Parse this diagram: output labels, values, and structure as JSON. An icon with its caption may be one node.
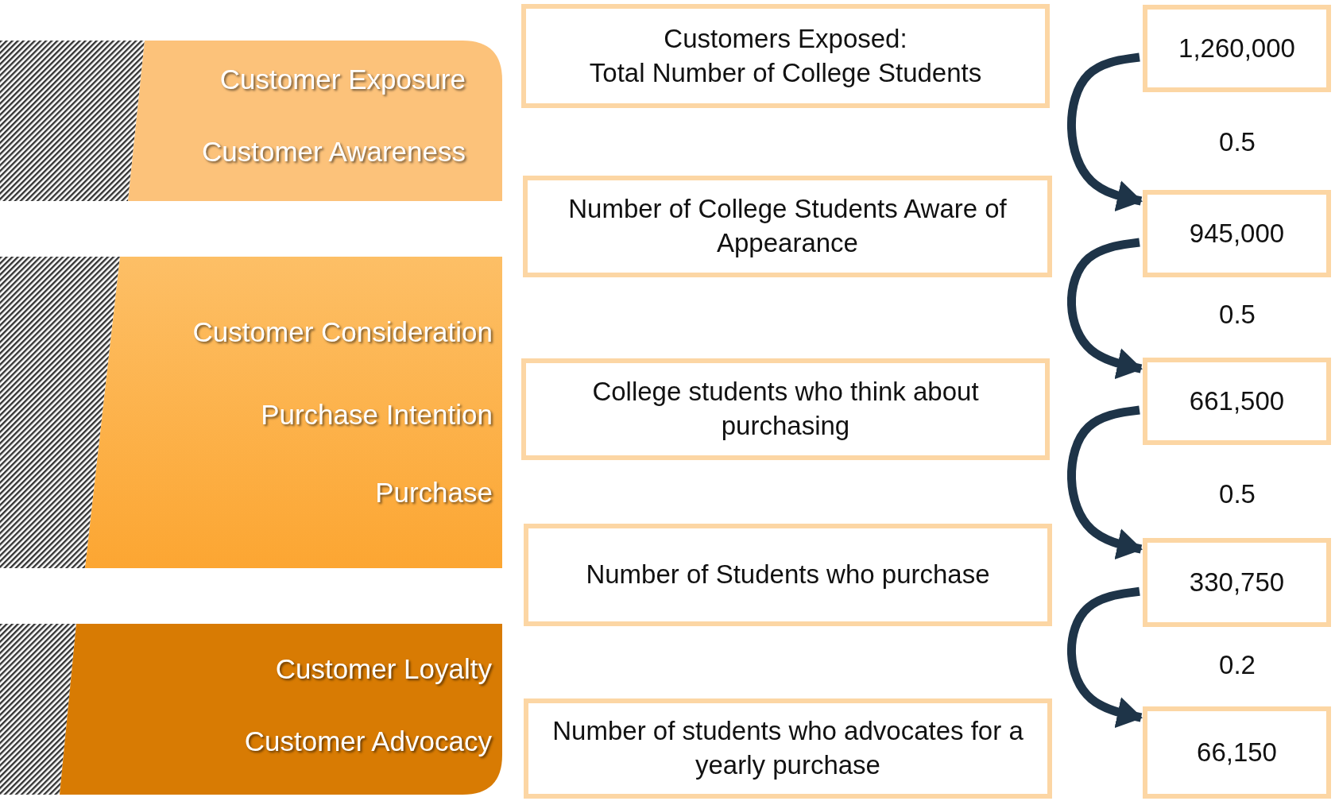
{
  "diagram": {
    "nodes": [
      {
        "text": [
          "Customer Exposure",
          "Customer Awareness"
        ]
      },
      {
        "text": [
          "Customer Consideration",
          "Purchase Intention",
          "Purchase"
        ]
      },
      {
        "text": [
          "Customer Loyalty",
          "Customer Advocacy"
        ]
      },
      {
        "text": [
          "Customers Exposed:",
          "Total Number of College Students"
        ]
      },
      {
        "text": [
          "Number of College Students Aware of Appearance"
        ]
      },
      {
        "text": [
          "College students who think about purchasing"
        ]
      },
      {
        "text": [
          "Number of Students who purchase"
        ]
      },
      {
        "text": [
          "Number of students who advocates for a yearly purchase"
        ]
      },
      {
        "text": [
          "1,260,000"
        ]
      },
      {
        "text": [
          "945,000"
        ]
      },
      {
        "text": [
          "661,500"
        ]
      },
      {
        "text": [
          "330,750"
        ]
      },
      {
        "text": [
          "66,150"
        ]
      }
    ],
    "edges": [
      {
        "from": 8,
        "to": 9,
        "arrow": "to"
      },
      {
        "from": 9,
        "to": 10,
        "arrow": "to"
      },
      {
        "from": 10,
        "to": 11,
        "arrow": "to"
      },
      {
        "from": 11,
        "to": 12,
        "arrow": "to"
      }
    ],
    "labels": [
      "0.5",
      "0.5",
      "0.5",
      "0.2"
    ]
  }
}
